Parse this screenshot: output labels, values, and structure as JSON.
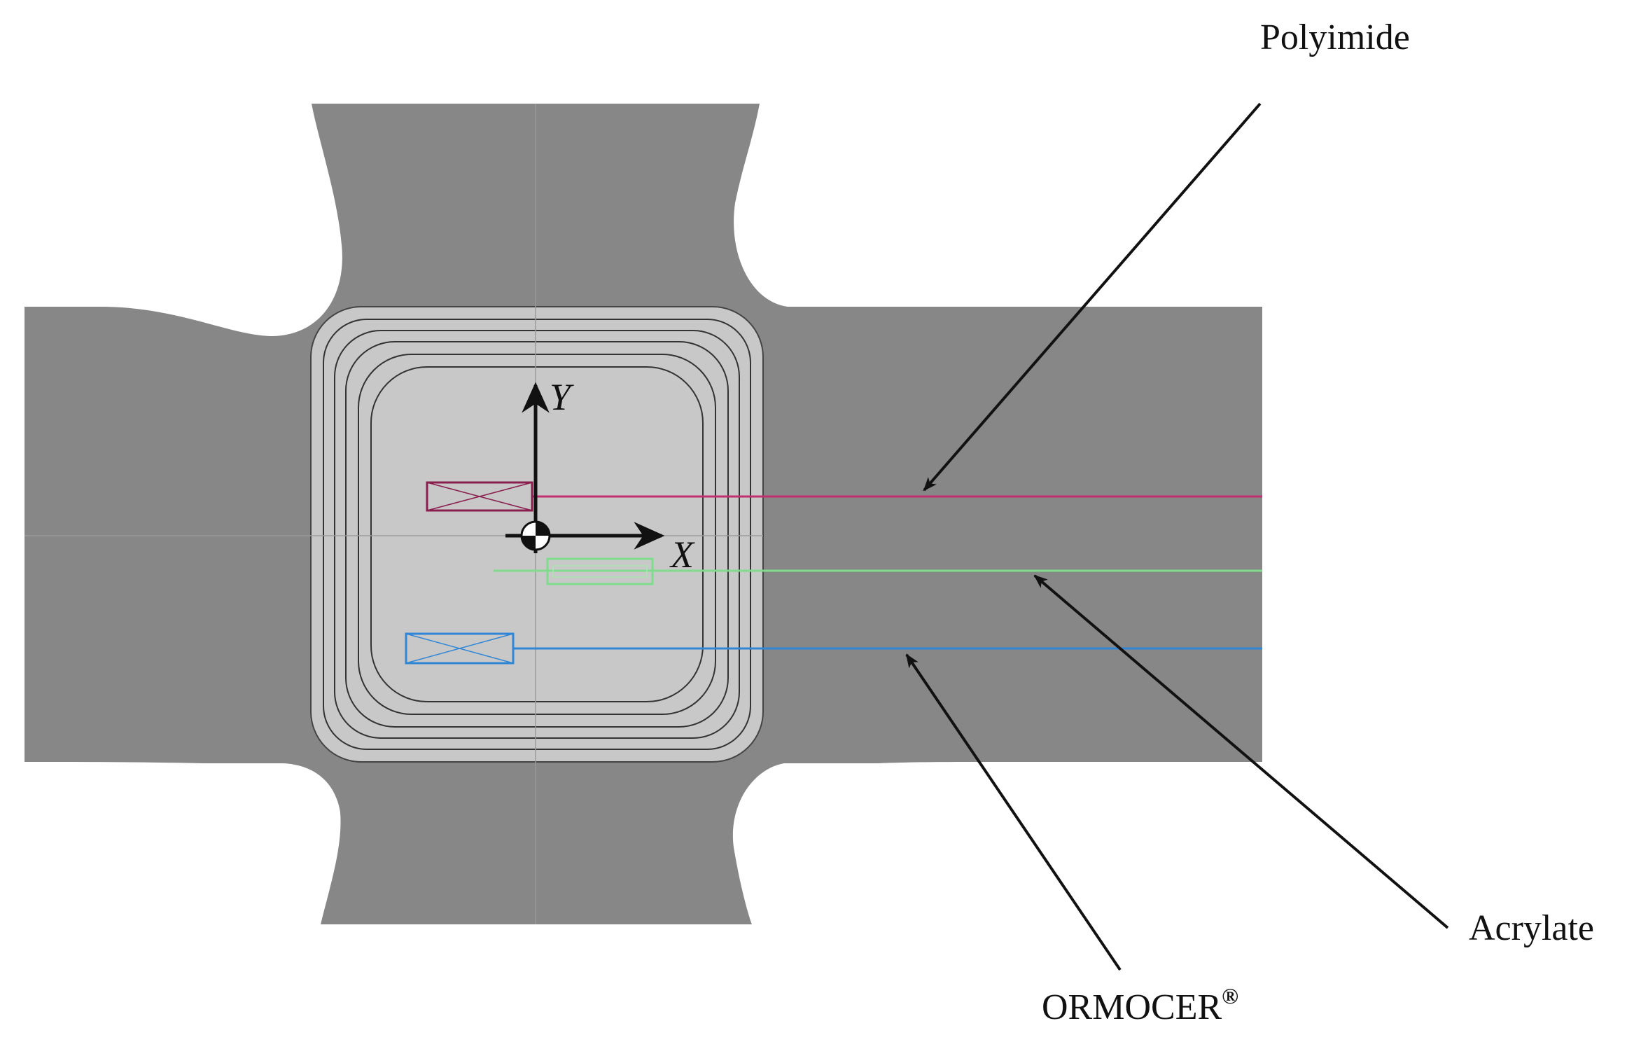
{
  "labels": {
    "polyimide": "Polyimide",
    "acrylate": "Acrylate",
    "ormocer": "ORMOCER",
    "ormocer_sup": "®"
  },
  "axes": {
    "x": "X",
    "y": "Y"
  },
  "colors": {
    "substrate": "#878787",
    "pad": "#c8c8c8",
    "background": "#ffffff",
    "polyimide_fiber": "#c0306f",
    "acrylate_fiber": "#7fdc8c",
    "ormocer_fiber": "#2f86d6",
    "arrow": "#111111",
    "contour": "#333333"
  }
}
